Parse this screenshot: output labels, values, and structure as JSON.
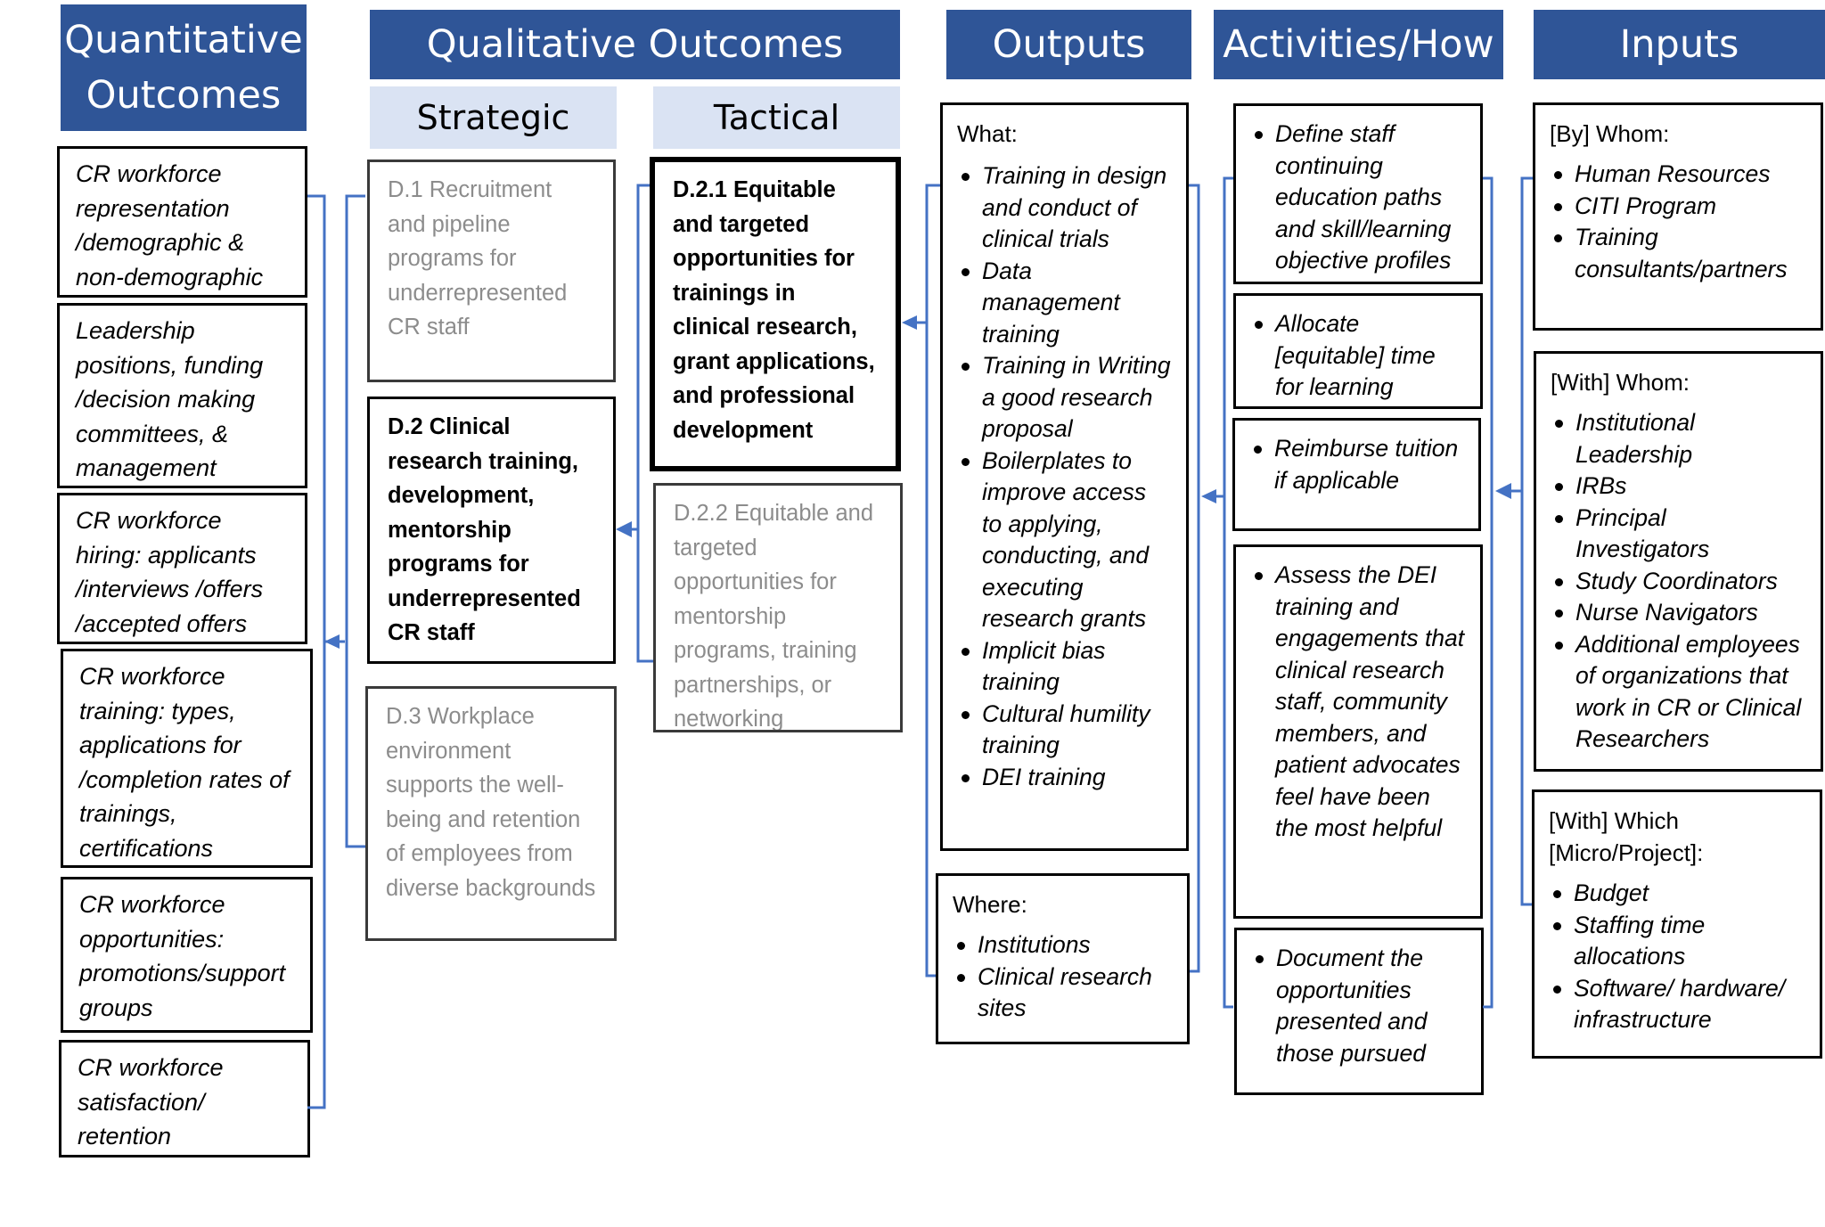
{
  "headers": {
    "quantitative": "Quantitative Outcomes",
    "qualitative": "Qualitative Outcomes",
    "outputs": "Outputs",
    "activities": "Activities/How",
    "inputs": "Inputs"
  },
  "subheaders": {
    "strategic": "Strategic",
    "tactical": "Tactical"
  },
  "quantitative_items": [
    "CR workforce representation /demographic & non-demographic",
    "Leadership positions, funding /decision making committees, & management",
    "CR workforce hiring: applicants /interviews /offers /accepted offers",
    "CR workforce training: types, applications for /completion rates of trainings, certifications",
    "CR workforce opportunities: promotions/support groups",
    "CR workforce satisfaction/ retention"
  ],
  "strategic_items": [
    "D.1 Recruitment and pipeline programs for underrepresented CR staff",
    "D.2 Clinical research training, development, mentorship programs for underrepresented CR staff",
    "D.3  Workplace environment supports the well-being and retention of employees from diverse backgrounds"
  ],
  "tactical_items": [
    "D.2.1 Equitable and targeted opportunities for trainings in clinical research, grant applications, and professional development",
    "D.2.2 Equitable and targeted opportunities for mentorship programs, training partnerships, or networking"
  ],
  "outputs": {
    "what_label": "What:",
    "what_items": [
      "Training in design and conduct of clinical trials",
      "Data management training",
      "Training in Writing a good research proposal",
      "Boilerplates to improve access to applying, conducting, and executing research grants",
      "Implicit bias training",
      "Cultural humility training",
      "DEI training"
    ],
    "where_label": "Where:",
    "where_items": [
      "Institutions",
      "Clinical research sites"
    ]
  },
  "activities": [
    "Define staff continuing education paths and skill/learning objective profiles",
    "Allocate [equitable] time for learning",
    "Reimburse tuition if applicable",
    "Assess the DEI training and engagements that clinical research staff, community members, and patient advocates feel have been the most helpful",
    "Document the opportunities presented and those pursued"
  ],
  "inputs": {
    "by_whom_label": "[By] Whom:",
    "by_whom_items": [
      "Human Resources",
      "CITI Program",
      "Training consultants/partners"
    ],
    "with_whom_label": "[With] Whom:",
    "with_whom_items": [
      "Institutional Leadership",
      "IRBs",
      "Principal Investigators",
      "Study Coordinators",
      "Nurse Navigators",
      "Additional employees of organizations that work in CR or Clinical Researchers"
    ],
    "with_which_label": "[With] Which [Micro/Project]:",
    "with_which_items": [
      "Budget",
      "Staffing time allocations",
      "Software/ hardware/ infrastructure"
    ]
  },
  "colors": {
    "header_bg": "#2f5597",
    "subheader_bg": "#dae3f3",
    "connector": "#4472c4",
    "muted_text": "#8c8c8c"
  }
}
